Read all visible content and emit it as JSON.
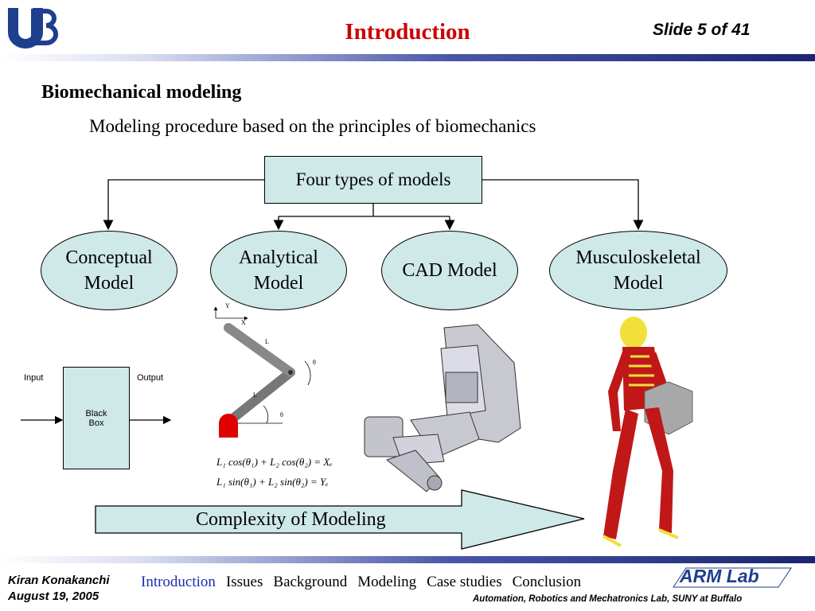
{
  "header": {
    "title": "Introduction",
    "slide_counter": "Slide 5 of 41",
    "logo_text": "UB"
  },
  "content": {
    "heading": "Biomechanical modeling",
    "subheading": "Modeling procedure based on the principles of biomechanics",
    "root_box": "Four types of models",
    "models": [
      {
        "label": "Conceptual\nModel"
      },
      {
        "label": "Analytical\nModel"
      },
      {
        "label": "CAD Model"
      },
      {
        "label": "Musculoskeletal\nModel"
      }
    ],
    "black_box": {
      "input": "Input",
      "output": "Output",
      "label": "Black\nBox"
    },
    "link_labels": {
      "y": "Y",
      "x": "X",
      "l2": "L",
      "l1": "L",
      "theta2": "θ",
      "theta1": "θ"
    },
    "equations": [
      "L₁ cos(θ₁) + L₂ cos(θ₂) = Xₑ",
      "L₁ sin(θ₁) + L₂ sin(θ₂) = Yₑ"
    ],
    "complexity_arrow": "Complexity of Modeling"
  },
  "footer": {
    "author": "Kiran Konakanchi",
    "date": "August 19, 2005",
    "nav": [
      {
        "label": "Introduction",
        "active": true
      },
      {
        "label": "Issues",
        "active": false
      },
      {
        "label": "Background",
        "active": false
      },
      {
        "label": "Modeling",
        "active": false
      },
      {
        "label": "Case studies",
        "active": false
      },
      {
        "label": "Conclusion",
        "active": false
      }
    ],
    "lab_logo": "ARM Lab",
    "affiliation": "Automation, Robotics and Mechatronics Lab, SUNY at Buffalo"
  },
  "colors": {
    "title": "#cc0000",
    "shape_fill": "#cfe8e8",
    "nav_active": "#1f2ab4",
    "logo": "#1e3f8e"
  }
}
